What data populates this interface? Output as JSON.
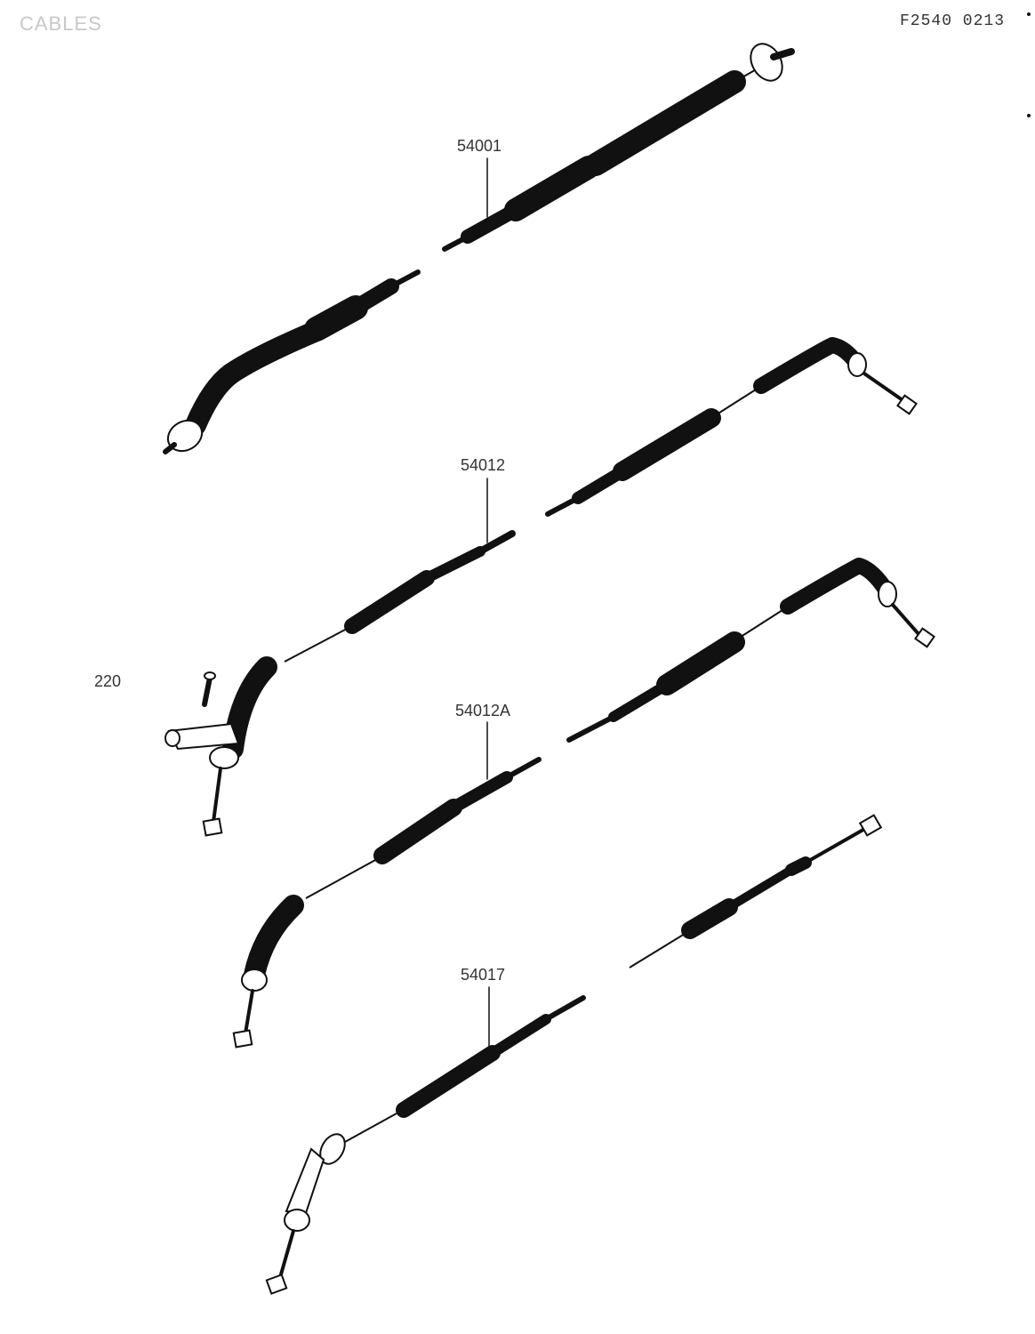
{
  "header": {
    "section_title": "CABLES",
    "diagram_code": "F2540 0213"
  },
  "parts": [
    {
      "ref": "54001"
    },
    {
      "ref": "54012"
    },
    {
      "ref": "220"
    },
    {
      "ref": "54012A"
    },
    {
      "ref": "54017"
    }
  ]
}
